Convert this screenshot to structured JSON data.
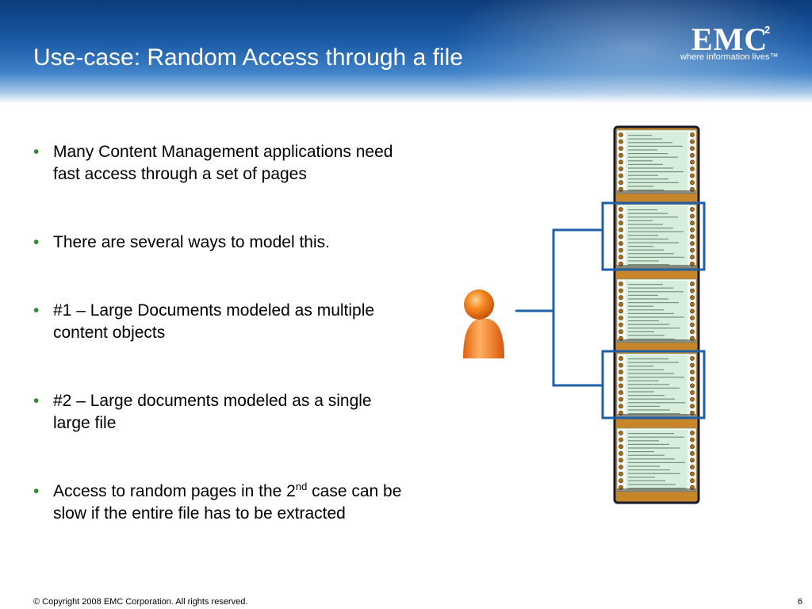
{
  "slide": {
    "title": "Use-case: Random Access through a file",
    "logo": {
      "text": "EMC",
      "superscript": "2",
      "tagline": "where information lives"
    },
    "bullets": [
      {
        "text": "Many Content Management applications need fast access through a set of pages"
      },
      {
        "text": "There are several ways to model this."
      },
      {
        "text": "#1 – Large Documents modeled as multiple content objects"
      },
      {
        "text": "#2 – Large documents modeled as a single large file"
      },
      {
        "text_before": "Access to random pages in the 2",
        "superscript": "nd",
        "text_after": " case can be slow if the entire file has to be extracted"
      }
    ],
    "footer": {
      "copyright": "© Copyright 2008 EMC Corporation. All rights reserved.",
      "page_number": "6"
    }
  },
  "colors": {
    "header_dark": "#0d3b7a",
    "bullet_dot": "#2e8b2e",
    "film_frame": "#c8862a",
    "film_border": "#1a1a2a",
    "page_fill": "#d6eedb",
    "highlight_box": "#1f5fa8",
    "person": "#f07a1a"
  },
  "icons": [
    "person-icon",
    "file-strip-icon"
  ]
}
